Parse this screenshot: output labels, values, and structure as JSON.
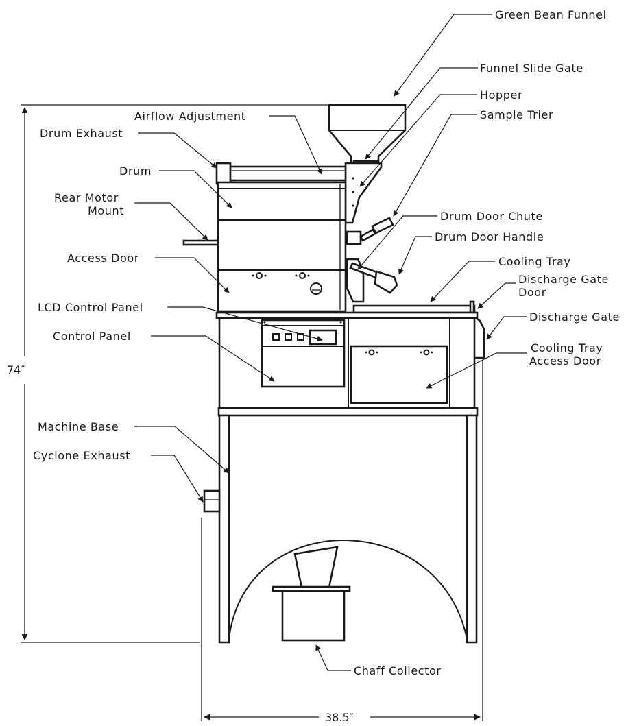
{
  "labels": {
    "green_bean_funnel": "Green Bean Funnel",
    "funnel_slide_gate": "Funnel Slide Gate",
    "hopper": "Hopper",
    "sample_trier": "Sample Trier",
    "airflow_adjustment": "Airflow Adjustment",
    "drum_exhaust": "Drum Exhaust",
    "drum": "Drum",
    "rear_motor_mount_line1": "Rear Motor",
    "rear_motor_mount_line2": "Mount",
    "drum_door_chute": "Drum Door Chute",
    "drum_door_handle": "Drum Door Handle",
    "access_door": "Access Door",
    "cooling_tray": "Cooling Tray",
    "discharge_gate_door_line1": "Discharge Gate",
    "discharge_gate_door_line2": "Door",
    "lcd_control_panel": "LCD Control Panel",
    "discharge_gate": "Discharge Gate",
    "control_panel": "Control Panel",
    "cooling_tray_access_door_line1": "Cooling Tray",
    "cooling_tray_access_door_line2": "Access Door",
    "machine_base": "Machine Base",
    "cyclone_exhaust": "Cyclone Exhaust",
    "chaff_collector": "Chaff Collector"
  },
  "dimensions": {
    "height": "74″",
    "width": "38.5″"
  }
}
